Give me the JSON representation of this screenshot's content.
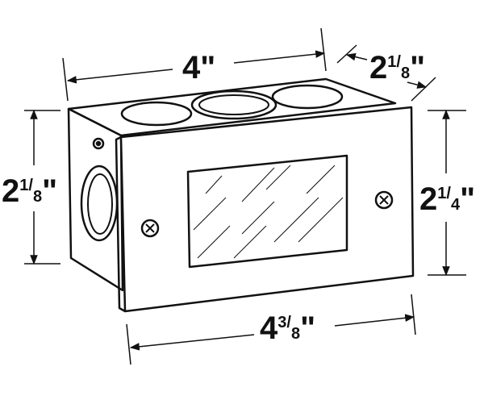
{
  "dimensions": {
    "top_width": {
      "whole": "4",
      "mark": "\""
    },
    "depth": {
      "whole": "2",
      "num": "1",
      "den": "8",
      "mark": "\""
    },
    "left_height": {
      "whole": "2",
      "num": "1",
      "den": "8",
      "mark": "\""
    },
    "right_height": {
      "whole": "2",
      "num": "1",
      "den": "4",
      "mark": "\""
    },
    "bottom_width": {
      "whole": "4",
      "num": "3",
      "den": "8",
      "mark": "\""
    }
  },
  "colors": {
    "line": "#111111",
    "fill": "#ffffff"
  }
}
